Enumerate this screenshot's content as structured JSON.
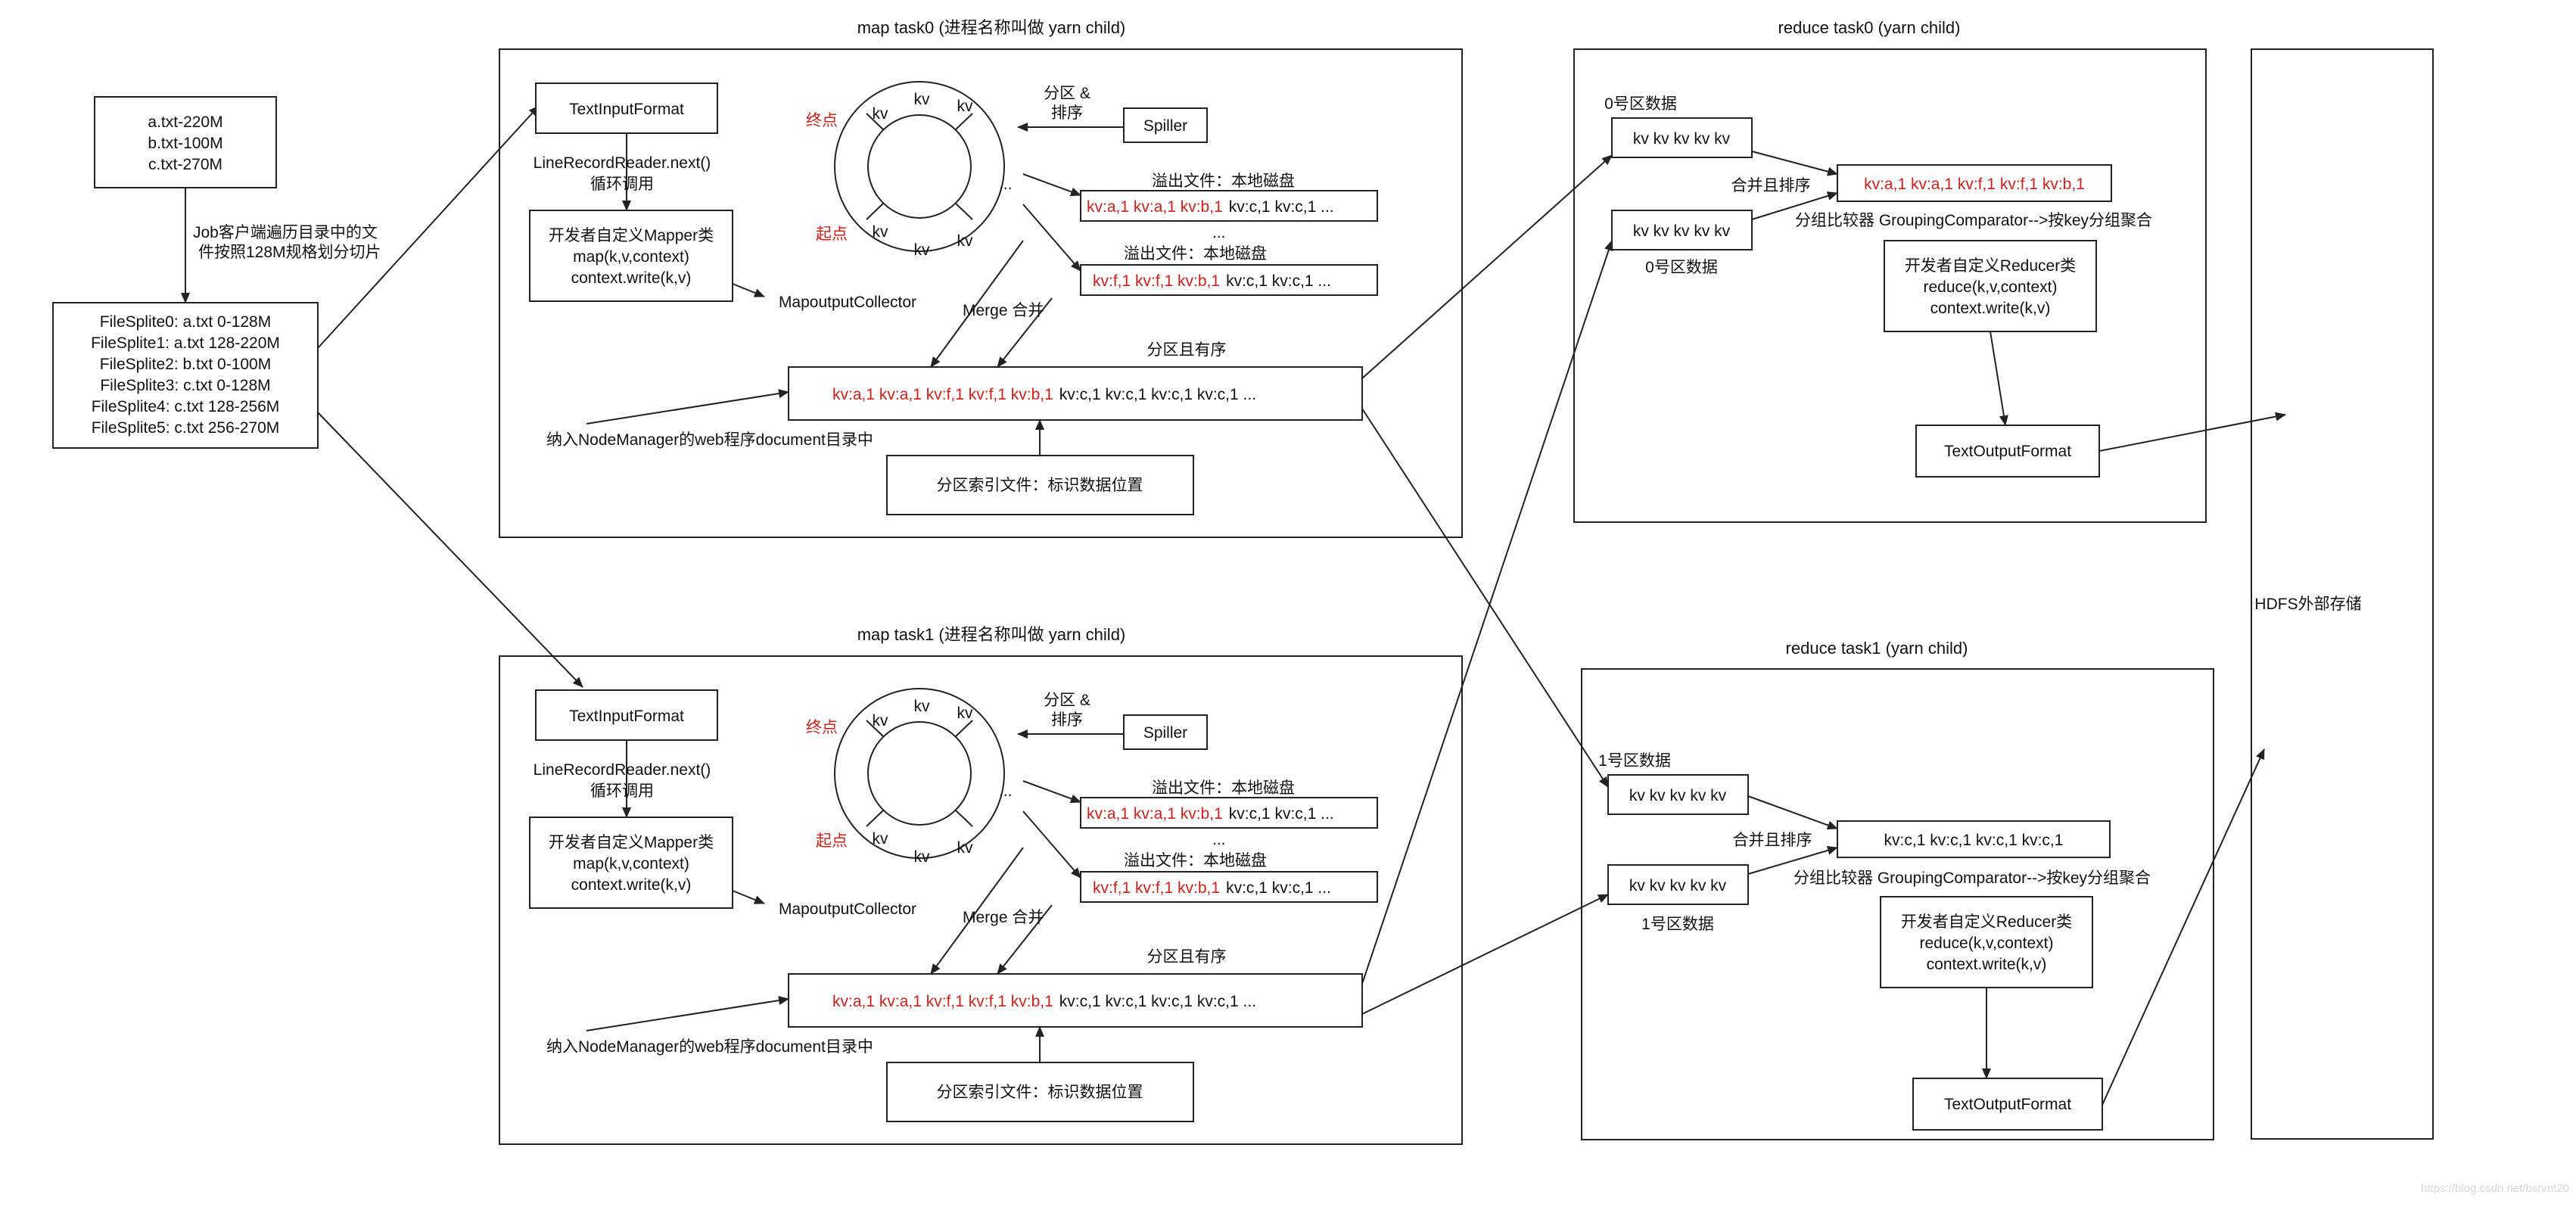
{
  "colors": {
    "stroke": "#222222",
    "highlight": "#d0201a",
    "text": "#111111",
    "watermark": "#d6d6d6"
  },
  "input": {
    "files": [
      "a.txt-220M",
      "b.txt-100M",
      "c.txt-270M"
    ],
    "client_note_line1": "Job客户端遍历目录中的文",
    "client_note_line2": "件按照128M规格划分切片",
    "splits": [
      "FileSplite0: a.txt 0-128M",
      "FileSplite1: a.txt 128-220M",
      "FileSplite2: b.txt 0-100M",
      "FileSplite3: c.txt 0-128M",
      "FileSplite4: c.txt 128-256M",
      "FileSplite5: c.txt 256-270M"
    ]
  },
  "map_tasks": [
    {
      "title": "map task0 (进程名称叫做 yarn child)",
      "input_format": "TextInputFormat",
      "reader_line1": "LineRecordReader.next()",
      "reader_line2": "循环调用",
      "mapper_line1": "开发者自定义Mapper类",
      "mapper_line2": "map(k,v,context)",
      "mapper_line3": "context.write(k,v)",
      "collector": "MapoutputCollector",
      "ring_end": "终点",
      "ring_start": "起点",
      "ring_kv": "kv",
      "ring_dots": "...",
      "partition_sort_line1": "分区 &",
      "partition_sort_line2": "排序",
      "spiller": "Spiller",
      "spill_label": "溢出文件：本地磁盘",
      "spill1_red": "kv:a,1 kv:a,1 kv:b,1",
      "spill1_black": "kv:c,1 kv:c,1 ...",
      "spill_dots": "...",
      "spill2_red": "kv:f,1 kv:f,1 kv:b,1",
      "spill2_black": "kv:c,1 kv:c,1 ...",
      "merge": "Merge 合并",
      "sorted_label": "分区且有序",
      "merged_red": "kv:a,1 kv:a,1 kv:f,1 kv:f,1 kv:b,1",
      "merged_black": "kv:c,1 kv:c,1 kv:c,1 kv:c,1 ...",
      "nodemanager": "纳入NodeManager的web程序document目录中",
      "index_file": "分区索引文件：标识数据位置"
    },
    {
      "title": "map task1 (进程名称叫做 yarn child)",
      "input_format": "TextInputFormat",
      "reader_line1": "LineRecordReader.next()",
      "reader_line2": "循环调用",
      "mapper_line1": "开发者自定义Mapper类",
      "mapper_line2": "map(k,v,context)",
      "mapper_line3": "context.write(k,v)",
      "collector": "MapoutputCollector",
      "ring_end": "终点",
      "ring_start": "起点",
      "ring_kv": "kv",
      "ring_dots": "...",
      "partition_sort_line1": "分区 &",
      "partition_sort_line2": "排序",
      "spiller": "Spiller",
      "spill_label": "溢出文件：本地磁盘",
      "spill1_red": "kv:a,1 kv:a,1 kv:b,1",
      "spill1_black": "kv:c,1 kv:c,1 ...",
      "spill_dots": "...",
      "spill2_red": "kv:f,1 kv:f,1 kv:b,1",
      "spill2_black": "kv:c,1 kv:c,1 ...",
      "merge": "Merge 合并",
      "sorted_label": "分区且有序",
      "merged_red": "kv:a,1 kv:a,1 kv:f,1 kv:f,1 kv:b,1",
      "merged_black": "kv:c,1 kv:c,1 kv:c,1 kv:c,1 ...",
      "nodemanager": "纳入NodeManager的web程序document目录中",
      "index_file": "分区索引文件：标识数据位置"
    }
  ],
  "reduce_tasks": [
    {
      "title": "reduce task0 (yarn child)",
      "partition_label": "0号区数据",
      "kv_row": "kv kv kv kv kv",
      "merge_sort": "合并且排序",
      "merged_text": "kv:a,1 kv:a,1 kv:f,1 kv:f,1 kv:b,1",
      "merged_red": true,
      "grouping": "分组比较器 GroupingComparator-->按key分组聚合",
      "reducer_line1": "开发者自定义Reducer类",
      "reducer_line2": "reduce(k,v,context)",
      "reducer_line3": "context.write(k,v)",
      "output_format": "TextOutputFormat"
    },
    {
      "title": "reduce task1 (yarn child)",
      "partition_label": "1号区数据",
      "kv_row": "kv kv kv kv kv",
      "merge_sort": "合并且排序",
      "merged_text": "kv:c,1 kv:c,1 kv:c,1 kv:c,1",
      "merged_red": false,
      "grouping": "分组比较器 GroupingComparator-->按key分组聚合",
      "reducer_line1": "开发者自定义Reducer类",
      "reducer_line2": "reduce(k,v,context)",
      "reducer_line3": "context.write(k,v)",
      "output_format": "TextOutputFormat"
    }
  ],
  "hdfs": "HDFS外部存储",
  "watermark": "https://blog.csdn.net/bsnmt20"
}
